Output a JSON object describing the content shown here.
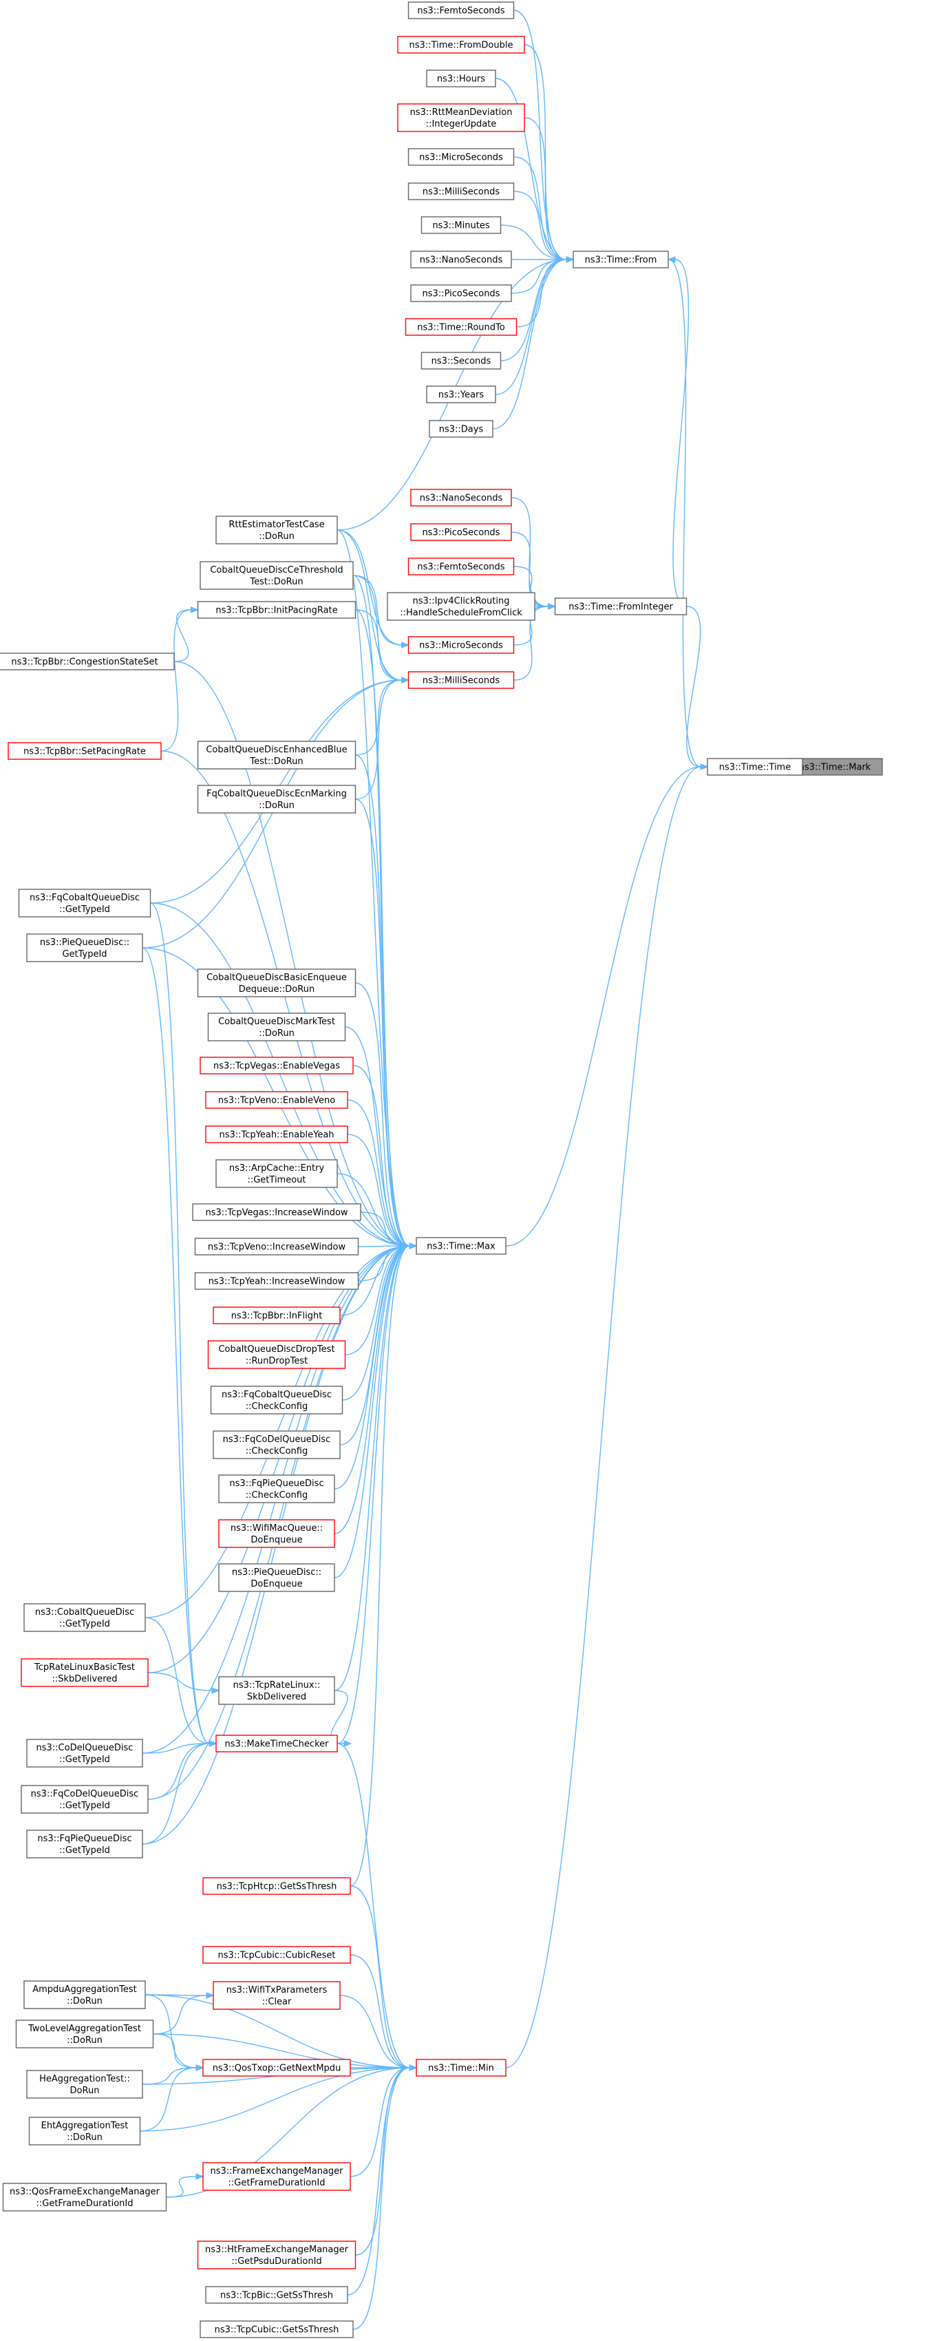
{
  "colors": {
    "edge": "#63b8ff",
    "node_border": "#666666",
    "node_border_ref": "#ff0000",
    "target_fill": "#999999",
    "background": "#ffffff"
  },
  "nodes": [
    {
      "id": "mark",
      "lines": [
        "ns3::Time::Mark"
      ],
      "target": true
    },
    {
      "id": "ctor",
      "lines": [
        "ns3::Time::Time"
      ]
    },
    {
      "id": "from",
      "lines": [
        "ns3::Time::From"
      ]
    },
    {
      "id": "fromint",
      "lines": [
        "ns3::Time::FromInteger"
      ]
    },
    {
      "id": "max",
      "lines": [
        "ns3::Time::Max"
      ]
    },
    {
      "id": "min",
      "lines": [
        "ns3::Time::Min"
      ],
      "ref": true
    },
    {
      "id": "femto1",
      "lines": [
        "ns3::FemtoSeconds"
      ]
    },
    {
      "id": "fromdouble",
      "lines": [
        "ns3::Time::FromDouble"
      ],
      "ref": true
    },
    {
      "id": "hours",
      "lines": [
        "ns3::Hours"
      ]
    },
    {
      "id": "rttmean",
      "lines": [
        "ns3::RttMeanDeviation",
        "::IntegerUpdate"
      ],
      "ref": true
    },
    {
      "id": "micro1",
      "lines": [
        "ns3::MicroSeconds"
      ]
    },
    {
      "id": "milli1",
      "lines": [
        "ns3::MilliSeconds"
      ]
    },
    {
      "id": "minutes",
      "lines": [
        "ns3::Minutes"
      ]
    },
    {
      "id": "nano1",
      "lines": [
        "ns3::NanoSeconds"
      ]
    },
    {
      "id": "pico1",
      "lines": [
        "ns3::PicoSeconds"
      ]
    },
    {
      "id": "roundto",
      "lines": [
        "ns3::Time::RoundTo"
      ],
      "ref": true
    },
    {
      "id": "seconds",
      "lines": [
        "ns3::Seconds"
      ]
    },
    {
      "id": "years",
      "lines": [
        "ns3::Years"
      ]
    },
    {
      "id": "days",
      "lines": [
        "ns3::Days"
      ]
    },
    {
      "id": "nano2",
      "lines": [
        "ns3::NanoSeconds"
      ],
      "ref": true
    },
    {
      "id": "pico2",
      "lines": [
        "ns3::PicoSeconds"
      ],
      "ref": true
    },
    {
      "id": "femto2",
      "lines": [
        "ns3::FemtoSeconds"
      ],
      "ref": true
    },
    {
      "id": "ipv4click",
      "lines": [
        "ns3::Ipv4ClickRouting",
        "::HandleScheduleFromClick"
      ]
    },
    {
      "id": "micro2",
      "lines": [
        "ns3::MicroSeconds"
      ],
      "ref": true
    },
    {
      "id": "milli2",
      "lines": [
        "ns3::MilliSeconds"
      ],
      "ref": true
    },
    {
      "id": "rttest",
      "lines": [
        "RttEstimatorTestCase",
        "::DoRun"
      ]
    },
    {
      "id": "cobaltce",
      "lines": [
        "CobaltQueueDiscCeThreshold",
        "Test::DoRun"
      ]
    },
    {
      "id": "initpacing",
      "lines": [
        "ns3::TcpBbr::InitPacingRate"
      ]
    },
    {
      "id": "congstate",
      "lines": [
        "ns3::TcpBbr::CongestionStateSet"
      ]
    },
    {
      "id": "setpacing",
      "lines": [
        "ns3::TcpBbr::SetPacingRate"
      ],
      "ref": true
    },
    {
      "id": "cobaltblue",
      "lines": [
        "CobaltQueueDiscEnhancedBlue",
        "Test::DoRun"
      ]
    },
    {
      "id": "fqcobaltecn",
      "lines": [
        "FqCobaltQueueDiscEcnMarking",
        "::DoRun"
      ]
    },
    {
      "id": "fqcobaltgt",
      "lines": [
        "ns3::FqCobaltQueueDisc",
        "::GetTypeId"
      ]
    },
    {
      "id": "piegt",
      "lines": [
        "ns3::PieQueueDisc::",
        "GetTypeId"
      ]
    },
    {
      "id": "cobaltbasic",
      "lines": [
        "CobaltQueueDiscBasicEnqueue",
        "Dequeue::DoRun"
      ]
    },
    {
      "id": "cobaltmark",
      "lines": [
        "CobaltQueueDiscMarkTest",
        "::DoRun"
      ]
    },
    {
      "id": "vegasen",
      "lines": [
        "ns3::TcpVegas::EnableVegas"
      ],
      "ref": true
    },
    {
      "id": "venoen",
      "lines": [
        "ns3::TcpVeno::EnableVeno"
      ],
      "ref": true
    },
    {
      "id": "yeahen",
      "lines": [
        "ns3::TcpYeah::EnableYeah"
      ],
      "ref": true
    },
    {
      "id": "arpentry",
      "lines": [
        "ns3::ArpCache::Entry",
        "::GetTimeout"
      ]
    },
    {
      "id": "vegasinc",
      "lines": [
        "ns3::TcpVegas::IncreaseWindow"
      ]
    },
    {
      "id": "venoinc",
      "lines": [
        "ns3::TcpVeno::IncreaseWindow"
      ]
    },
    {
      "id": "yeahinc",
      "lines": [
        "ns3::TcpYeah::IncreaseWindow"
      ]
    },
    {
      "id": "inflight",
      "lines": [
        "ns3::TcpBbr::InFlight"
      ],
      "ref": true
    },
    {
      "id": "cobaltdrop",
      "lines": [
        "CobaltQueueDiscDropTest",
        "::RunDropTest"
      ],
      "ref": true
    },
    {
      "id": "fqcobaltcc",
      "lines": [
        "ns3::FqCobaltQueueDisc",
        "::CheckConfig"
      ]
    },
    {
      "id": "fqcodelcc",
      "lines": [
        "ns3::FqCoDelQueueDisc",
        "::CheckConfig"
      ]
    },
    {
      "id": "fqpiecc",
      "lines": [
        "ns3::FqPieQueueDisc",
        "::CheckConfig"
      ]
    },
    {
      "id": "wifimacq",
      "lines": [
        "ns3::WifiMacQueue::",
        "DoEnqueue"
      ],
      "ref": true
    },
    {
      "id": "pieenq",
      "lines": [
        "ns3::PieQueueDisc::",
        "DoEnqueue"
      ]
    },
    {
      "id": "cobaltgt",
      "lines": [
        "ns3::CobaltQueueDisc",
        "::GetTypeId"
      ]
    },
    {
      "id": "tcprate",
      "lines": [
        "TcpRateLinuxBasicTest",
        "::SkbDelivered"
      ],
      "ref": true
    },
    {
      "id": "tcpratelin",
      "lines": [
        "ns3::TcpRateLinux::",
        "SkbDelivered"
      ]
    },
    {
      "id": "codelgt",
      "lines": [
        "ns3::CoDelQueueDisc",
        "::GetTypeId"
      ]
    },
    {
      "id": "maketc",
      "lines": [
        "ns3::MakeTimeChecker"
      ],
      "ref": true
    },
    {
      "id": "fqcodelgt",
      "lines": [
        "ns3::FqCoDelQueueDisc",
        "::GetTypeId"
      ]
    },
    {
      "id": "fqpiegt",
      "lines": [
        "ns3::FqPieQueueDisc",
        "::GetTypeId"
      ]
    },
    {
      "id": "htcp",
      "lines": [
        "ns3::TcpHtcp::GetSsThresh"
      ],
      "ref": true
    },
    {
      "id": "cubicreset",
      "lines": [
        "ns3::TcpCubic::CubicReset"
      ],
      "ref": true
    },
    {
      "id": "ampdu",
      "lines": [
        "AmpduAggregationTest",
        "::DoRun"
      ]
    },
    {
      "id": "wifitx",
      "lines": [
        "ns3::WifiTxParameters",
        "::Clear"
      ],
      "ref": true
    },
    {
      "id": "twolevel",
      "lines": [
        "TwoLevelAggregationTest",
        "::DoRun"
      ]
    },
    {
      "id": "qostxop",
      "lines": [
        "ns3::QosTxop::GetNextMpdu"
      ],
      "ref": true
    },
    {
      "id": "heagg",
      "lines": [
        "HeAggregationTest::",
        "DoRun"
      ]
    },
    {
      "id": "ehtagg",
      "lines": [
        "EhtAggregationTest",
        "::DoRun"
      ]
    },
    {
      "id": "femdur",
      "lines": [
        "ns3::FrameExchangeManager",
        "::GetFrameDurationId"
      ],
      "ref": true
    },
    {
      "id": "qosfem",
      "lines": [
        "ns3::QosFrameExchangeManager",
        "::GetFrameDurationId"
      ]
    },
    {
      "id": "htfem",
      "lines": [
        "ns3::HtFrameExchangeManager",
        "::GetPsduDurationId"
      ],
      "ref": true
    },
    {
      "id": "bic",
      "lines": [
        "ns3::TcpBic::GetSsThresh"
      ]
    },
    {
      "id": "cubicss",
      "lines": [
        "ns3::TcpCubic::GetSsThresh"
      ]
    }
  ],
  "edges": [
    [
      "ctor",
      "mark"
    ],
    [
      "from",
      "ctor"
    ],
    [
      "fromint",
      "ctor"
    ],
    [
      "max",
      "ctor"
    ],
    [
      "min",
      "ctor"
    ],
    [
      "femto1",
      "from"
    ],
    [
      "fromdouble",
      "from"
    ],
    [
      "hours",
      "from"
    ],
    [
      "rttmean",
      "from"
    ],
    [
      "micro1",
      "from"
    ],
    [
      "milli1",
      "from"
    ],
    [
      "minutes",
      "from"
    ],
    [
      "nano1",
      "from"
    ],
    [
      "pico1",
      "from"
    ],
    [
      "roundto",
      "from"
    ],
    [
      "seconds",
      "from"
    ],
    [
      "years",
      "from"
    ],
    [
      "days",
      "from"
    ],
    [
      "rttest",
      "from"
    ],
    [
      "fromint",
      "from"
    ],
    [
      "nano2",
      "fromint"
    ],
    [
      "pico2",
      "fromint"
    ],
    [
      "femto2",
      "fromint"
    ],
    [
      "ipv4click",
      "fromint"
    ],
    [
      "micro2",
      "fromint"
    ],
    [
      "milli2",
      "fromint"
    ],
    [
      "rttest",
      "micro2"
    ],
    [
      "rttest",
      "milli2"
    ],
    [
      "cobaltce",
      "micro2"
    ],
    [
      "cobaltce",
      "milli2"
    ],
    [
      "initpacing",
      "milli2"
    ],
    [
      "congstate",
      "initpacing"
    ],
    [
      "setpacing",
      "initpacing"
    ],
    [
      "cobaltblue",
      "milli2"
    ],
    [
      "fqcobaltecn",
      "milli2"
    ],
    [
      "fqcobaltgt",
      "milli2"
    ],
    [
      "piegt",
      "milli2"
    ],
    [
      "congstate",
      "max"
    ],
    [
      "setpacing",
      "max"
    ],
    [
      "initpacing",
      "max"
    ],
    [
      "rttest",
      "max"
    ],
    [
      "cobaltce",
      "max"
    ],
    [
      "cobaltblue",
      "max"
    ],
    [
      "fqcobaltecn",
      "max"
    ],
    [
      "fqcobaltgt",
      "max"
    ],
    [
      "piegt",
      "max"
    ],
    [
      "cobaltbasic",
      "max"
    ],
    [
      "cobaltmark",
      "max"
    ],
    [
      "vegasen",
      "max"
    ],
    [
      "venoen",
      "max"
    ],
    [
      "yeahen",
      "max"
    ],
    [
      "arpentry",
      "max"
    ],
    [
      "vegasinc",
      "max"
    ],
    [
      "venoinc",
      "max"
    ],
    [
      "yeahinc",
      "max"
    ],
    [
      "inflight",
      "max"
    ],
    [
      "cobaltdrop",
      "max"
    ],
    [
      "fqcobaltcc",
      "max"
    ],
    [
      "fqcodelcc",
      "max"
    ],
    [
      "fqpiecc",
      "max"
    ],
    [
      "wifimacq",
      "max"
    ],
    [
      "pieenq",
      "max"
    ],
    [
      "cobaltgt",
      "max"
    ],
    [
      "tcprate",
      "max"
    ],
    [
      "tcpratelin",
      "max"
    ],
    [
      "codelgt",
      "max"
    ],
    [
      "maketc",
      "max"
    ],
    [
      "fqcodelgt",
      "max"
    ],
    [
      "fqpiegt",
      "max"
    ],
    [
      "htcp",
      "max"
    ],
    [
      "tcprate",
      "tcpratelin"
    ],
    [
      "codelgt",
      "maketc"
    ],
    [
      "fqcodelgt",
      "maketc"
    ],
    [
      "fqpiegt",
      "maketc"
    ],
    [
      "cobaltgt",
      "maketc"
    ],
    [
      "fqcobaltgt",
      "maketc"
    ],
    [
      "piegt",
      "maketc"
    ],
    [
      "tcpratelin",
      "maketc"
    ],
    [
      "maketc",
      "min"
    ],
    [
      "htcp",
      "min"
    ],
    [
      "cubicreset",
      "min"
    ],
    [
      "ampdu",
      "min"
    ],
    [
      "wifitx",
      "min"
    ],
    [
      "twolevel",
      "min"
    ],
    [
      "qostxop",
      "min"
    ],
    [
      "heagg",
      "min"
    ],
    [
      "ehtagg",
      "min"
    ],
    [
      "femdur",
      "min"
    ],
    [
      "qosfem",
      "min"
    ],
    [
      "htfem",
      "min"
    ],
    [
      "bic",
      "min"
    ],
    [
      "cubicss",
      "min"
    ],
    [
      "ampdu",
      "wifitx"
    ],
    [
      "twolevel",
      "wifitx"
    ],
    [
      "ampdu",
      "qostxop"
    ],
    [
      "twolevel",
      "qostxop"
    ],
    [
      "heagg",
      "qostxop"
    ],
    [
      "ehtagg",
      "qostxop"
    ],
    [
      "qosfem",
      "femdur"
    ]
  ]
}
